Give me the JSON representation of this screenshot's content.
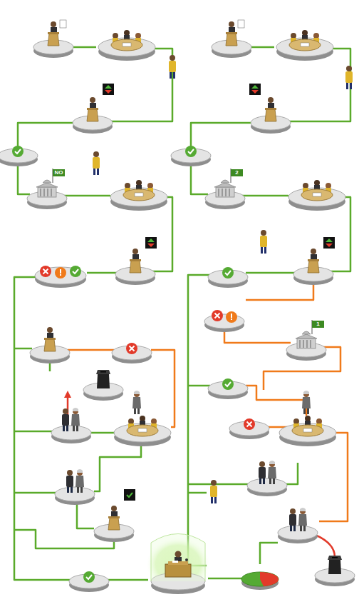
{
  "diagram": {
    "labels": [
      "NO",
      "2",
      "1"
    ]
  }
}
